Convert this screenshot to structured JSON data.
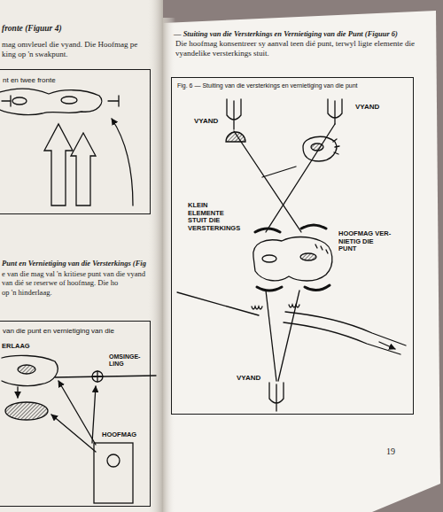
{
  "diagram": {
    "nodes": [
      {
        "text": [
          "nt en twee fronte"
        ]
      },
      {
        "text": [
          "van die punt en vernietiging van die",
          "ERLAAG",
          "OMSINGE- LING",
          "HOOFMAG"
        ]
      },
      {
        "text": [
          "Fig. 6 — Stuiting van die versterkings en vernietiging van die punt",
          "VYAND",
          "VYAND",
          "KLEIN ELEMENTE STUIT DIE VERSTERKINGS",
          "HOOFMAG VER- NIETIG DIE PUNT",
          "VYAND"
        ]
      }
    ],
    "labels": [
      "fronte (Figuur 4)",
      "mag omvleuel die vyand. Die Hoofmag pe",
      "king op 'n swakpunt.",
      "Punt en Vernietiging van die Versterkings (Fig",
      "e van die mag val 'n kritiese punt van die vyand",
      "van dié se reserwe of hoofmag. Die ho",
      "op 'n hinderlaag.",
      "— Stuiting van die Versterkings en Vernietiging van die Punt (Figuur 6)",
      "Die hoofmag konsentreer sy aanval teen dié punt, terwyl ligte elemente die vyandelike versterkings stuit.",
      "19"
    ]
  }
}
